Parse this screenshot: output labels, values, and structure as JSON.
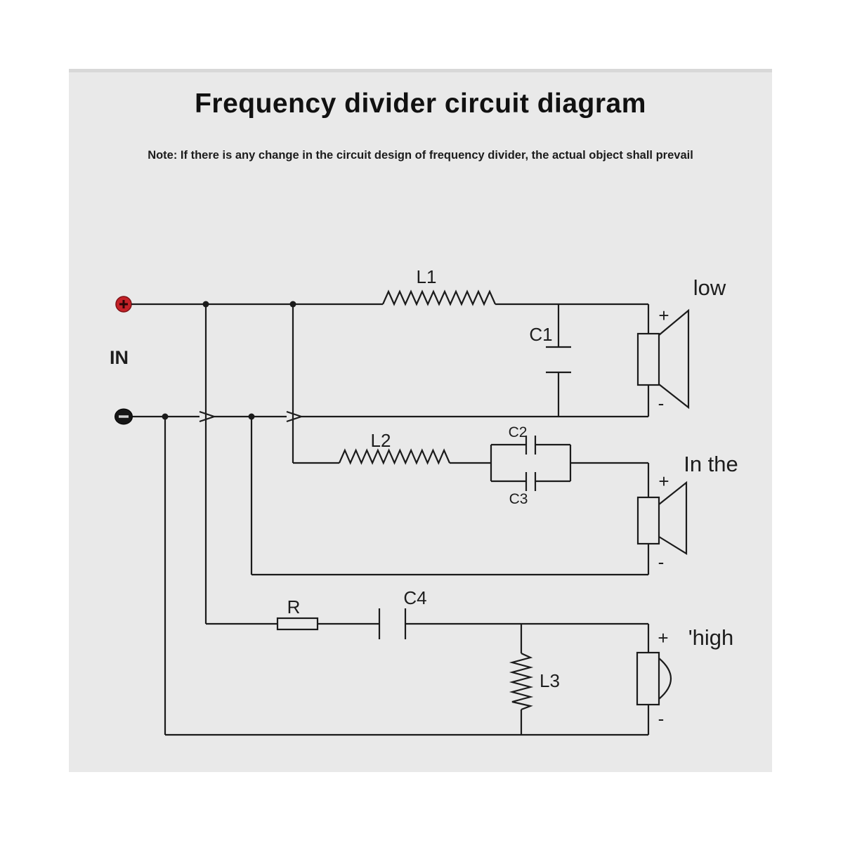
{
  "title": "Frequency divider circuit diagram",
  "note": "Note: If there is any change in the circuit design of frequency divider, the actual object shall prevail",
  "input": {
    "label": "IN",
    "plus_symbol": "+",
    "minus_symbol": "-"
  },
  "components": {
    "l1": "L1",
    "c1": "C1",
    "l2": "L2",
    "c2": "C2",
    "c3": "C3",
    "r": "R",
    "c4": "C4",
    "l3": "L3"
  },
  "speakers": {
    "low": {
      "label": "low",
      "plus": "+",
      "minus": "-"
    },
    "mid": {
      "label": "In the",
      "plus": "+",
      "minus": "-"
    },
    "high": {
      "label": "'high",
      "plus": "+",
      "minus": "-"
    }
  },
  "colors": {
    "canvas": "#ffffff",
    "panel": "#e9e9e9",
    "panel_top_edge": "#d8d8d8",
    "wire": "#1b1b1b",
    "terminal_plus_fill": "#c42127",
    "terminal_minus_fill": "#161616",
    "terminal_minus_dash": "#cfcfcf"
  }
}
